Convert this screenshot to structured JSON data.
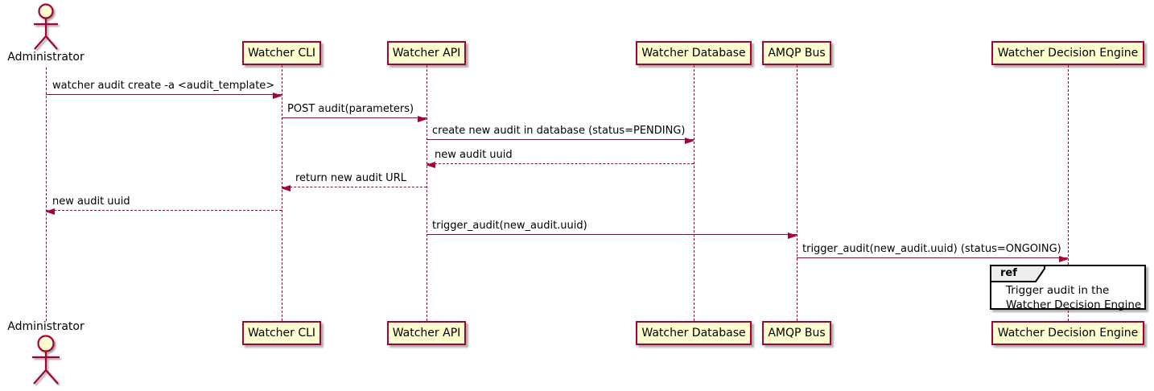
{
  "diagram_type": "sequence-diagram",
  "actor": {
    "label": "Administrator"
  },
  "participants": [
    {
      "label": "Watcher CLI"
    },
    {
      "label": "Watcher API"
    },
    {
      "label": "Watcher Database"
    },
    {
      "label": "AMQP Bus"
    },
    {
      "label": "Watcher Decision Engine"
    }
  ],
  "messages": [
    {
      "text": "watcher audit create -a <audit_template>",
      "from": "Administrator",
      "to": "Watcher CLI",
      "line": "solid",
      "direction": "right"
    },
    {
      "text": "POST audit(parameters)",
      "from": "Watcher CLI",
      "to": "Watcher API",
      "line": "solid",
      "direction": "right"
    },
    {
      "text": "create new audit in database (status=PENDING)",
      "from": "Watcher API",
      "to": "Watcher Database",
      "line": "solid",
      "direction": "right"
    },
    {
      "text": "new audit uuid",
      "from": "Watcher Database",
      "to": "Watcher API",
      "line": "dashed",
      "direction": "left"
    },
    {
      "text": "return new audit URL",
      "from": "Watcher API",
      "to": "Watcher CLI",
      "line": "dashed",
      "direction": "left"
    },
    {
      "text": "new audit uuid",
      "from": "Watcher CLI",
      "to": "Administrator",
      "line": "dashed",
      "direction": "left"
    },
    {
      "text": "trigger_audit(new_audit.uuid)",
      "from": "Watcher API",
      "to": "AMQP Bus",
      "line": "solid",
      "direction": "right"
    },
    {
      "text": "trigger_audit(new_audit.uuid) (status=ONGOING)",
      "from": "AMQP Bus",
      "to": "Watcher Decision Engine",
      "line": "solid",
      "direction": "right"
    }
  ],
  "ref": {
    "keyword": "ref",
    "line1": "Trigger audit in the",
    "line2": "Watcher Decision Engine",
    "over": "Watcher Decision Engine"
  },
  "colors": {
    "accent": "#A80036",
    "pfill": "#FEFECE",
    "refborder": "#000000",
    "reftab": "#EEEEEE",
    "background": "#FFFFFF"
  }
}
